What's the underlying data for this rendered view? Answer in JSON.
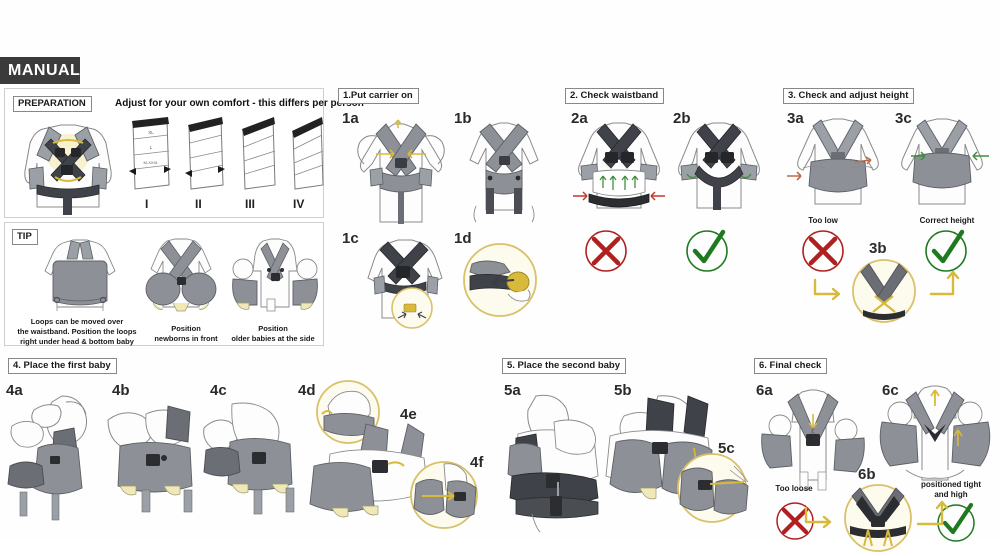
{
  "document": {
    "title": "MANUAL",
    "type": "baby-carrier-instruction-manual"
  },
  "colors": {
    "header_bg": "#3b3b3b",
    "header_text": "#ffffff",
    "page_bg": "#fefefe",
    "panel_border": "#cfcfcf",
    "fabric_light": "#b9bcc2",
    "fabric_mid": "#8d9197",
    "fabric_dark": "#53565c",
    "strap_dark": "#3c3f45",
    "buckle": "#2b2d31",
    "skin_outline": "#6b6b6b",
    "accent_yellow": "#e2b73c",
    "arrow_gold": "#d8b038",
    "arrow_green": "#3f8f3f",
    "arrow_red": "#c0392b",
    "check_green": "#1f7a1f",
    "cross_red": "#b02020",
    "inset_ring": "#d9c06a",
    "highlight_yellow": "#f2e8b0"
  },
  "preparation": {
    "label": "PREPARATION",
    "headline": "Adjust for your own comfort - this differs per person",
    "size_labels": [
      "XL",
      "L",
      "M-XXXL"
    ],
    "adjustment_steps": [
      "I",
      "II",
      "III",
      "IV"
    ]
  },
  "tip": {
    "label": "TIP",
    "captions": [
      "Loops can be moved over\nthe waistband. Position the loops\nright under head & bottom baby",
      "Position\nnewborns in front",
      "Position\nolder babies at the side"
    ]
  },
  "steps": [
    {
      "id": "step-1",
      "label": "1.Put carrier on",
      "substeps": [
        "1a",
        "1b",
        "1c",
        "1d"
      ]
    },
    {
      "id": "step-2",
      "label": "2. Check waistband",
      "substeps": [
        "2a",
        "2b"
      ],
      "verdicts": [
        "cross",
        "check"
      ]
    },
    {
      "id": "step-3",
      "label": "3. Check and adjust height",
      "substeps": [
        "3a",
        "3c",
        "3b"
      ],
      "captions": [
        "Too low",
        "Correct height"
      ],
      "verdicts": [
        "cross",
        "check"
      ]
    },
    {
      "id": "step-4",
      "label": "4. Place the first baby",
      "substeps": [
        "4a",
        "4b",
        "4c",
        "4d",
        "4e",
        "4f"
      ]
    },
    {
      "id": "step-5",
      "label": "5. Place the second baby",
      "substeps": [
        "5a",
        "5b",
        "5c"
      ]
    },
    {
      "id": "step-6",
      "label": "6. Final check",
      "substeps": [
        "6a",
        "6b",
        "6c"
      ],
      "captions": [
        "Too loose",
        "positioned tight\nand high"
      ],
      "verdicts": [
        "cross",
        "check"
      ]
    }
  ]
}
